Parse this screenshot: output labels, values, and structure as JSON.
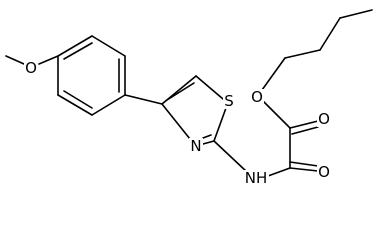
{
  "diagram": {
    "type": "chemical-structure",
    "colors": {
      "bond": "#000000",
      "background": "#ffffff",
      "label": "#000000"
    },
    "atoms": [
      {
        "id": "O_methoxy",
        "label": "O"
      },
      {
        "id": "S_thiazole",
        "label": "S"
      },
      {
        "id": "N_thiazole",
        "label": "N"
      },
      {
        "id": "NH_amide",
        "label": "NH"
      },
      {
        "id": "O_ester",
        "label": "O"
      },
      {
        "id": "O_ester_carbonyl",
        "label": "O"
      },
      {
        "id": "O_amide_carbonyl",
        "label": "O"
      }
    ]
  }
}
